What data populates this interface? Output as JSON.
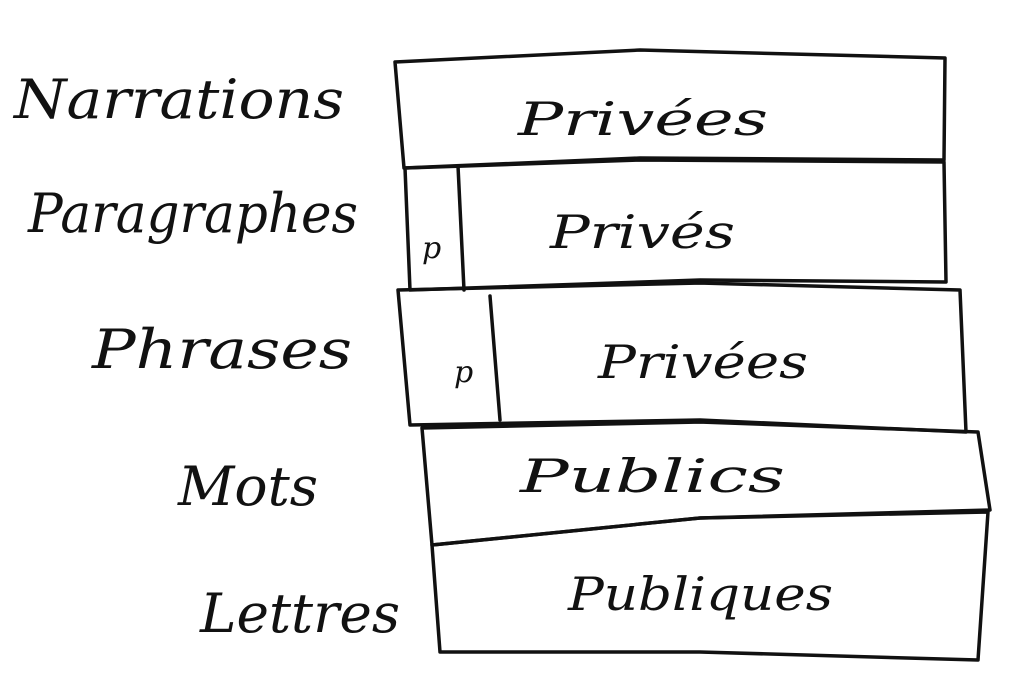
{
  "diagram": {
    "rows": [
      {
        "label": "Narrations",
        "prefix": "",
        "cell": "Privées"
      },
      {
        "label": "Paragraphes",
        "prefix": "p",
        "cell": "Privés"
      },
      {
        "label": "Phrases",
        "prefix": "p",
        "cell": "Privées"
      },
      {
        "label": "Mots",
        "prefix": "",
        "cell": "Publics"
      },
      {
        "label": "Lettres",
        "prefix": "",
        "cell": "Publiques"
      }
    ]
  },
  "colors": {
    "ink": "#111111",
    "paper": "#ffffff"
  }
}
